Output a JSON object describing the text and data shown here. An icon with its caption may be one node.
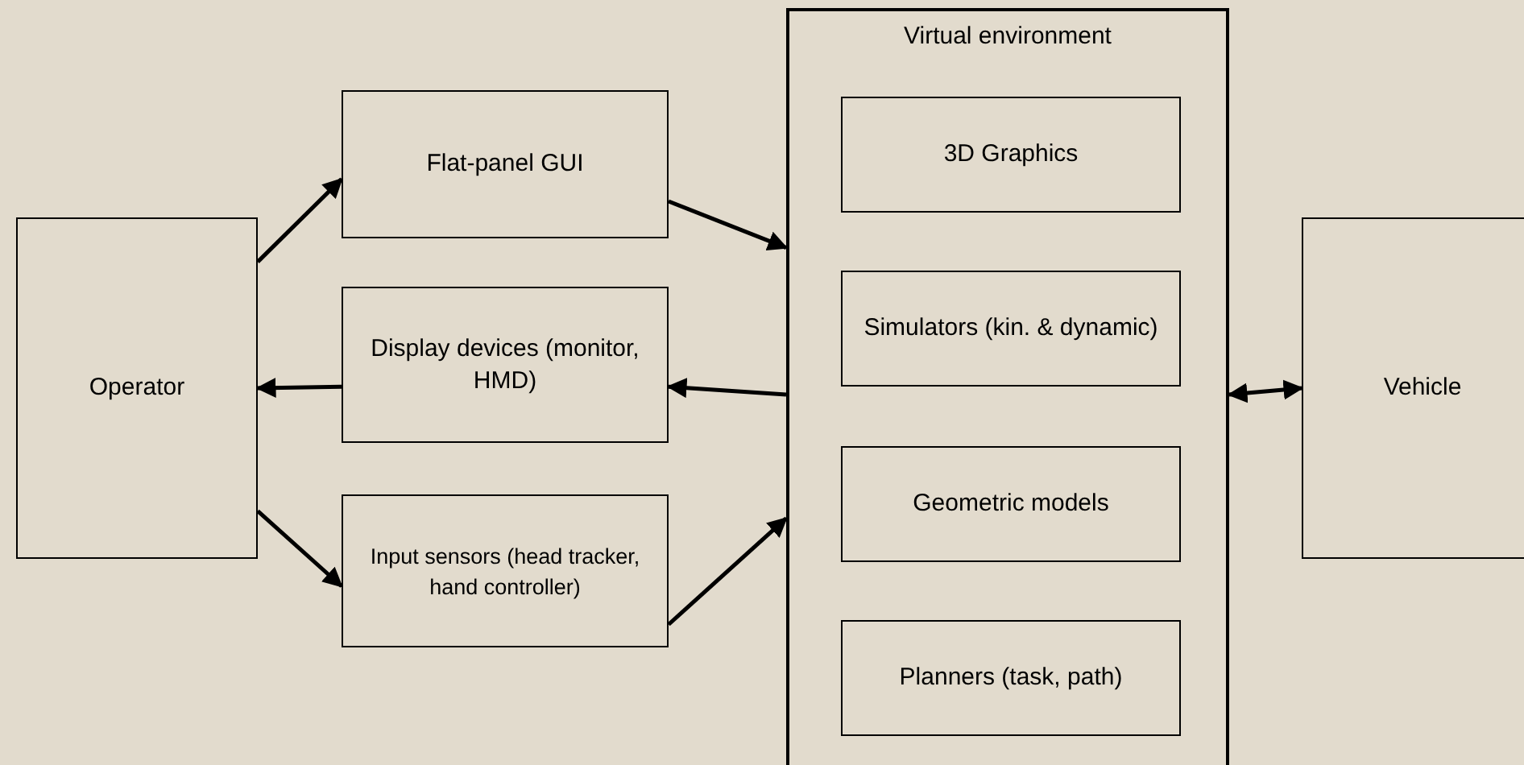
{
  "diagram": {
    "nodes": [
      {
        "text": [
          "Operator"
        ]
      },
      {
        "text": [
          "Flat-panel GUI"
        ]
      },
      {
        "text": [
          "Display devices (monitor, HMD)"
        ]
      },
      {
        "text": [
          "Input sensors (head tracker, hand controller)"
        ]
      },
      {
        "text": [
          "Virtual environment"
        ]
      },
      {
        "text": [
          "3D Graphics"
        ],
        "in": 4
      },
      {
        "text": [
          "Simulators (kin. & dynamic)"
        ],
        "in": 4
      },
      {
        "text": [
          "Geometric models"
        ],
        "in": 4
      },
      {
        "text": [
          "Planners (task, path)"
        ],
        "in": 4
      },
      {
        "text": [
          "Vehicle"
        ]
      }
    ],
    "edges": [
      {
        "from": 0,
        "to": 1,
        "arrow": "to"
      },
      {
        "from": 1,
        "to": 4,
        "arrow": "to"
      },
      {
        "from": 4,
        "to": 2,
        "arrow": "to"
      },
      {
        "from": 2,
        "to": 0,
        "arrow": "to"
      },
      {
        "from": 0,
        "to": 3,
        "arrow": "to"
      },
      {
        "from": 3,
        "to": 4,
        "arrow": "to"
      },
      {
        "from": 4,
        "to": 9,
        "arrow": "both"
      }
    ]
  }
}
